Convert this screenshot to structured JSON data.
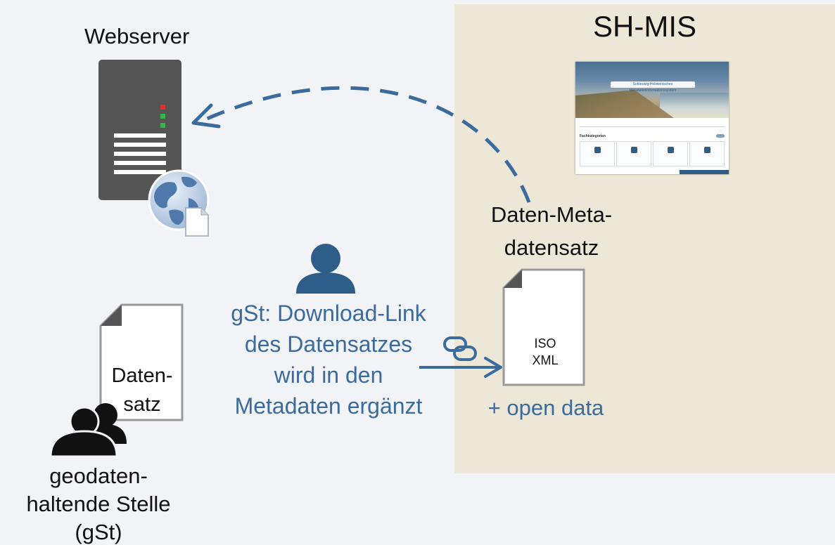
{
  "colors": {
    "panel": "#ece7d6",
    "accent_blue": "#3a6b9c",
    "server_gray": "#555555",
    "led_red": "#e03131",
    "led_green": "#37b24d"
  },
  "labels": {
    "webserver": "Webserver",
    "sh_mis": "SH-MIS",
    "metadata_line1": "Daten-Meta-",
    "metadata_line2": "datensatz",
    "iso_line1": "ISO",
    "iso_line2": "XML",
    "dataset_line1": "Daten-",
    "dataset_line2": "satz",
    "gst_line1": "geodaten-",
    "gst_line2": "haltende Stelle",
    "gst_line3": "(gSt)",
    "process_line1": "gSt: Download-Link",
    "process_line2": "des Datensatzes",
    "process_line3": "wird in den",
    "process_line4": "Metadaten ergänzt",
    "open_data": "+ open data"
  },
  "screenshot": {
    "banner": "Schleswig-Holsteinisches Metadateninformationssystem",
    "category_heading": "Fachkategorien"
  },
  "icons": [
    "server-icon",
    "globe-icon",
    "document-icon",
    "user-icon",
    "users-icon",
    "link-icon",
    "arrow-icon"
  ]
}
